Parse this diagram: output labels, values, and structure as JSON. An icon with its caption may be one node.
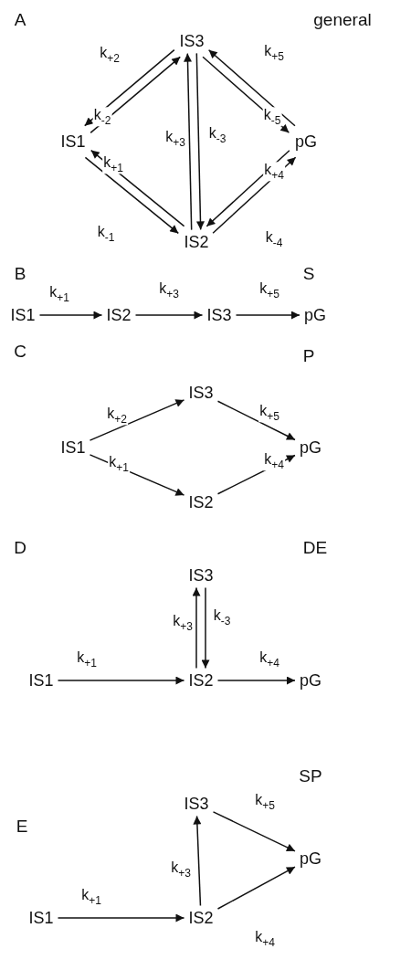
{
  "diagram": {
    "nodes": [
      {
        "text": [
          "IS3"
        ]
      },
      {
        "text": [
          "IS1"
        ]
      },
      {
        "text": [
          "pG"
        ]
      },
      {
        "text": [
          "IS2"
        ]
      },
      {
        "text": [
          "IS1"
        ]
      },
      {
        "text": [
          "IS2"
        ]
      },
      {
        "text": [
          "IS3"
        ]
      },
      {
        "text": [
          "pG"
        ]
      },
      {
        "text": [
          "IS3"
        ]
      },
      {
        "text": [
          "IS1"
        ]
      },
      {
        "text": [
          "pG"
        ]
      },
      {
        "text": [
          "IS2"
        ]
      },
      {
        "text": [
          "IS3"
        ]
      },
      {
        "text": [
          "IS1"
        ]
      },
      {
        "text": [
          "IS2"
        ]
      },
      {
        "text": [
          "pG"
        ]
      },
      {
        "text": [
          "IS3"
        ]
      },
      {
        "text": [
          "pG"
        ]
      },
      {
        "text": [
          "IS1"
        ]
      },
      {
        "text": [
          "IS2"
        ]
      }
    ],
    "edges": [
      {
        "from": 1,
        "to": 0,
        "arrow": "to",
        "label": "k$_{+2}$"
      },
      {
        "from": 0,
        "to": 1,
        "arrow": "to",
        "label": "k$_{-2}$"
      },
      {
        "from": 0,
        "to": 2,
        "arrow": "to",
        "label": "k$_{+5}$"
      },
      {
        "from": 2,
        "to": 0,
        "arrow": "to",
        "label": "k$_{-5}$"
      },
      {
        "from": 3,
        "to": 0,
        "arrow": "to",
        "label": "k$_{+3}$"
      },
      {
        "from": 0,
        "to": 3,
        "arrow": "to",
        "label": "k$_{-3}$"
      },
      {
        "from": 1,
        "to": 3,
        "arrow": "to",
        "label": "k$_{+1}$"
      },
      {
        "from": 3,
        "to": 1,
        "arrow": "to",
        "label": "k$_{-1}$"
      },
      {
        "from": 3,
        "to": 2,
        "arrow": "to",
        "label": "k$_{+4}$"
      },
      {
        "from": 2,
        "to": 3,
        "arrow": "to",
        "label": "k$_{-4}$"
      },
      {
        "from": 4,
        "to": 5,
        "arrow": "to",
        "label": "k$_{+1}$"
      },
      {
        "from": 5,
        "to": 6,
        "arrow": "to",
        "label": "k$_{+3}$"
      },
      {
        "from": 6,
        "to": 7,
        "arrow": "to",
        "label": "k$_{+5}$"
      },
      {
        "from": 9,
        "to": 8,
        "arrow": "to",
        "label": "k$_{+2}$"
      },
      {
        "from": 8,
        "to": 10,
        "arrow": "to",
        "label": "k$_{+5}$"
      },
      {
        "from": 9,
        "to": 11,
        "arrow": "to",
        "label": "k$_{+1}$"
      },
      {
        "from": 11,
        "to": 10,
        "arrow": "to",
        "label": "k$_{+4}$"
      },
      {
        "from": 14,
        "to": 12,
        "arrow": "to",
        "label": "k$_{+3}$"
      },
      {
        "from": 12,
        "to": 14,
        "arrow": "to",
        "label": "k$_{-3}$"
      },
      {
        "from": 13,
        "to": 14,
        "arrow": "to",
        "label": "k$_{+1}$"
      },
      {
        "from": 14,
        "to": 15,
        "arrow": "to",
        "label": "k$_{+4}$"
      },
      {
        "from": 19,
        "to": 16,
        "arrow": "to",
        "label": "k$_{+3}$"
      },
      {
        "from": 16,
        "to": 17,
        "arrow": "to",
        "label": "k$_{+5}$"
      },
      {
        "from": 18,
        "to": 19,
        "arrow": "to",
        "label": "k$_{+1}$"
      },
      {
        "from": 19,
        "to": 17,
        "arrow": "to",
        "label": "k$_{+4}$"
      }
    ],
    "labels": [
      "A",
      "general",
      "B",
      "S",
      "C",
      "P",
      "D",
      "DE",
      "E",
      "SP"
    ]
  }
}
